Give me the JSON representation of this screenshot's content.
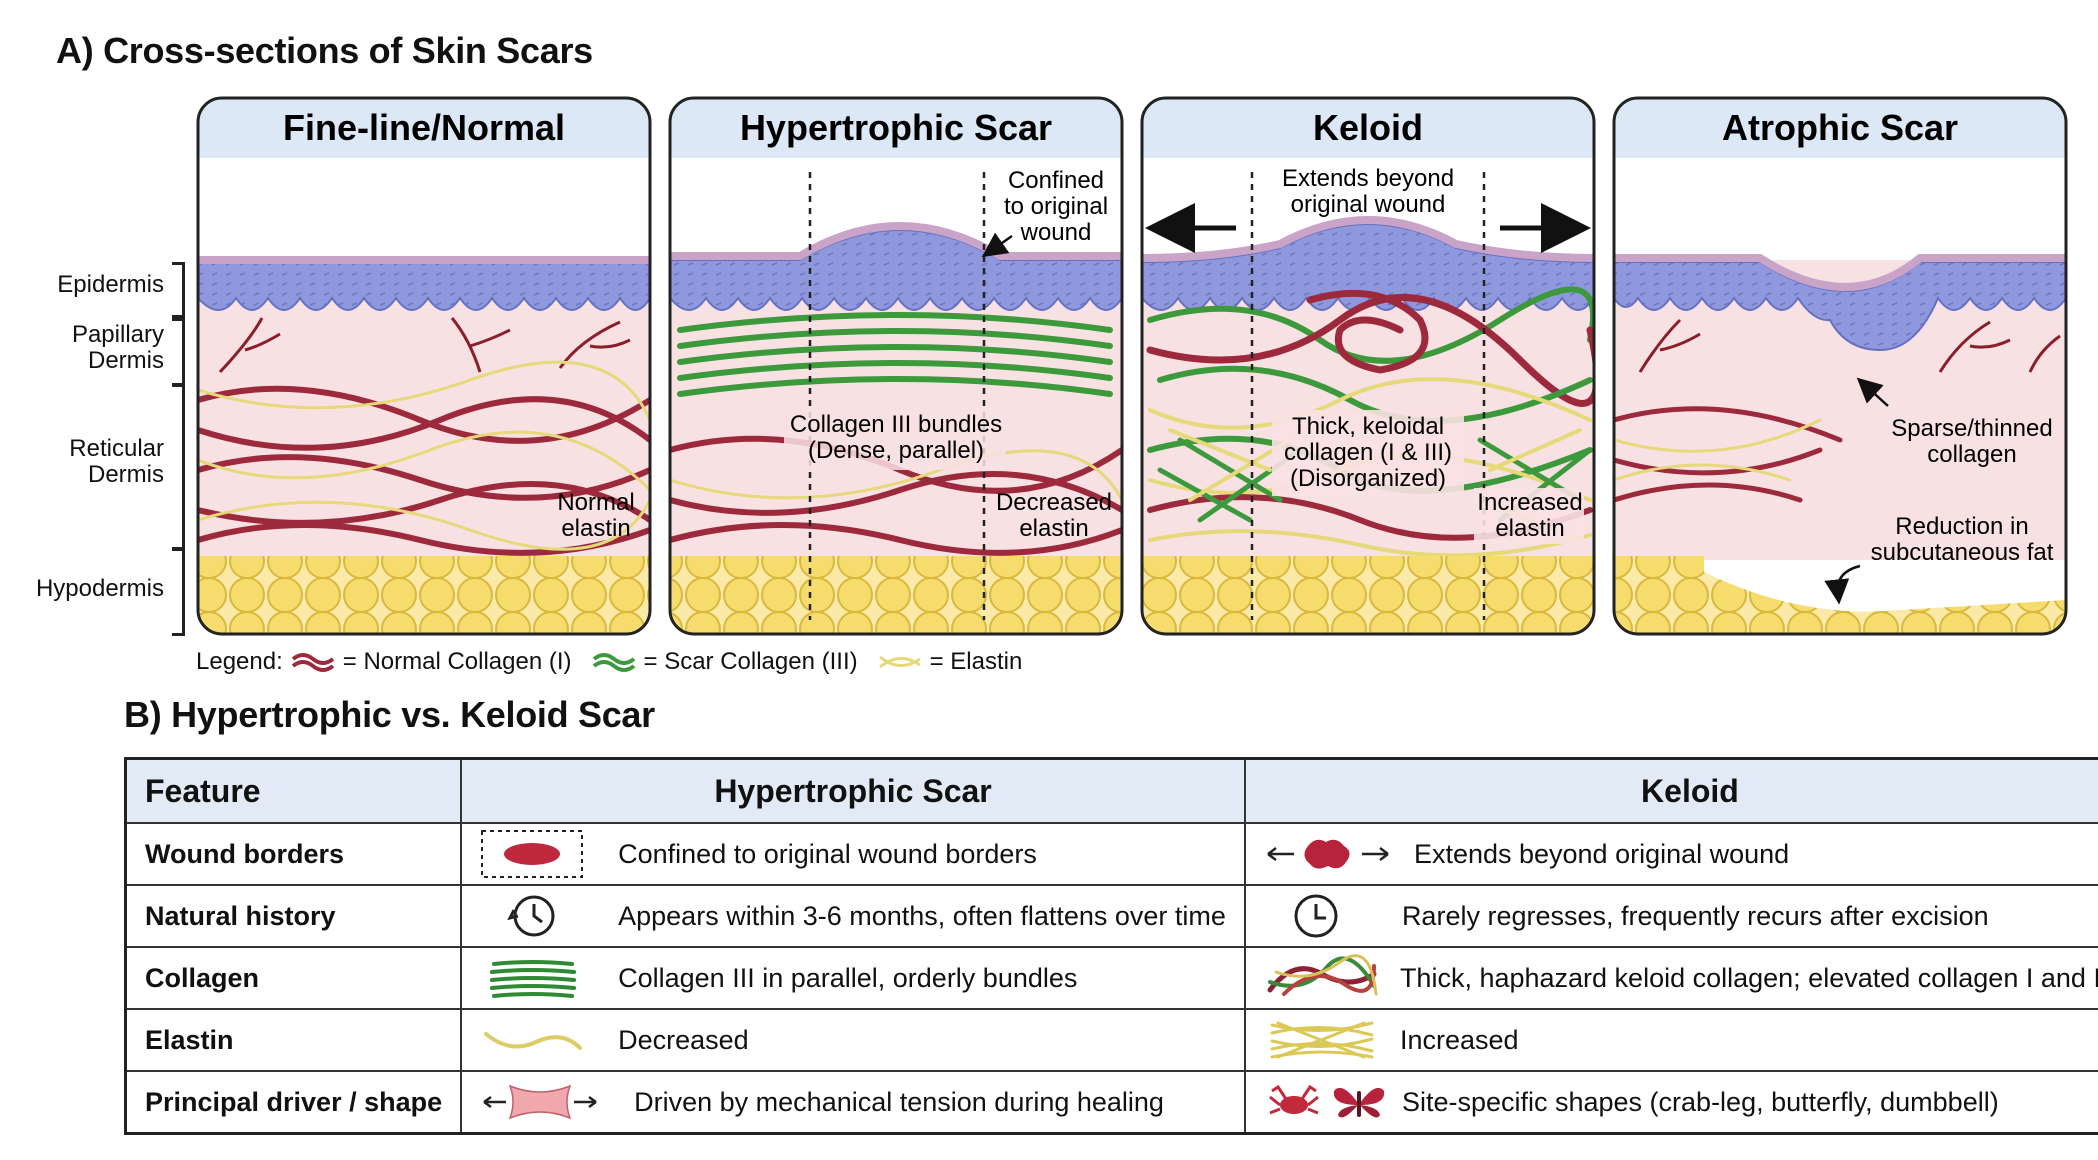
{
  "section_a": {
    "title": "A) Cross-sections of Skin Scars",
    "layers": [
      "Epidermis",
      "Papillary\nDermis",
      "Reticular\nDermis",
      "Hypodermis"
    ],
    "panels": [
      {
        "title": "Fine-line/Normal",
        "annotations": [
          "Normal",
          "elastin"
        ]
      },
      {
        "title": "Hypertrophic Scar",
        "annotations": [
          "Confined",
          "to original",
          "wound",
          "Collagen III bundles",
          "(Dense, parallel)",
          "Decreased",
          "elastin"
        ]
      },
      {
        "title": "Keloid",
        "annotations": [
          "Extends beyond",
          "original wound",
          "Thick, keloidal",
          "collagen (I & III)",
          "(Disorganized)",
          "Increased",
          "elastin"
        ]
      },
      {
        "title": "Atrophic Scar",
        "annotations": [
          "Sparse/thinned",
          "collagen",
          "Reduction in",
          "subcutaneous fat"
        ]
      }
    ],
    "legend": {
      "label": "Legend:",
      "normal_collagen": "= Normal Collagen (I)",
      "scar_collagen": "= Scar Collagen (III)",
      "elastin": "= Elastin"
    },
    "colors": {
      "epidermis": "#8b93d8",
      "dermis": "#f8e1e3",
      "normal_collagen": "#9c2a3c",
      "scar_collagen": "#3c9a3c",
      "elastin": "#e6d97a",
      "fat": "#f3d96a",
      "header": "#dde8f6"
    }
  },
  "section_b": {
    "title": "B) Hypertrophic vs. Keloid Scar",
    "headers": {
      "feature": "Feature",
      "hypertrophic": "Hypertrophic Scar",
      "keloid": "Keloid"
    },
    "rows": [
      {
        "feature": "Wound borders",
        "hypertrophic": "Confined to original wound borders",
        "keloid": "Extends beyond original wound",
        "hyp_icon": "dashed-box-oval-icon",
        "kel_icon": "arrows-blob-icon"
      },
      {
        "feature": "Natural history",
        "hypertrophic": "Appears within 3-6 months, often flattens over time",
        "keloid": "Rarely regresses, frequently recurs after excision",
        "hyp_icon": "history-clock-icon",
        "kel_icon": "clock-icon"
      },
      {
        "feature": "Collagen",
        "hypertrophic": "Collagen III in parallel, orderly bundles",
        "keloid": "Thick, haphazard keloid collagen; elevated collagen I and III",
        "hyp_icon": "parallel-bundle-icon",
        "kel_icon": "tangled-collagen-icon"
      },
      {
        "feature": "Elastin",
        "hypertrophic": "Decreased",
        "keloid": "Increased",
        "hyp_icon": "single-fiber-icon",
        "kel_icon": "dense-fibers-icon"
      },
      {
        "feature": "Principal driver / shape",
        "hypertrophic": "Driven by mechanical tension during healing",
        "keloid": "Site-specific shapes (crab-leg, butterfly, dumbbell)",
        "hyp_icon": "tension-arrows-icon",
        "kel_icon": "crab-butterfly-icon"
      }
    ]
  }
}
